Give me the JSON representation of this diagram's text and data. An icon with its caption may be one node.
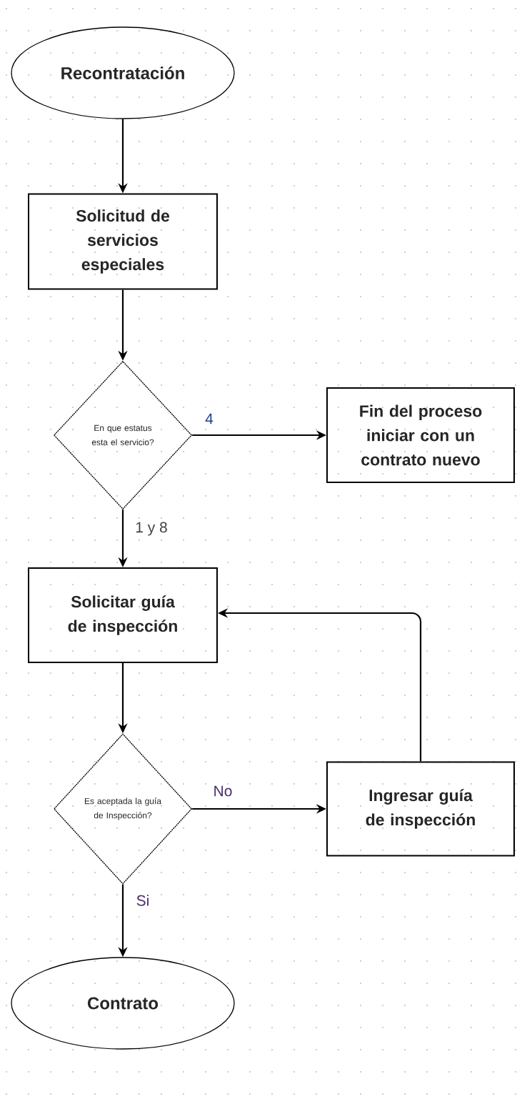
{
  "diagram": {
    "nodes": [
      {
        "text": [
          "Recontratación"
        ]
      },
      {
        "text": [
          "Solicitud de servicios especiales"
        ]
      },
      {
        "text": [
          "En que estatus esta el servicio?"
        ]
      },
      {
        "text": [
          "Fin del proceso iniciar con un contrato nuevo"
        ]
      },
      {
        "text": [
          "Solicitar guía de inspección"
        ]
      },
      {
        "text": [
          "Es aceptada la guía de Inspección?"
        ]
      },
      {
        "text": [
          "Ingresar guía de inspección"
        ]
      },
      {
        "text": [
          "Contrato"
        ]
      }
    ],
    "edges": [
      {
        "from": 0,
        "to": 1,
        "arrow": "to"
      },
      {
        "from": 1,
        "to": 2,
        "arrow": "to"
      },
      {
        "from": 2,
        "to": 3,
        "arrow": "to",
        "label": "4"
      },
      {
        "from": 2,
        "to": 4,
        "arrow": "to",
        "label": "1 y 8"
      },
      {
        "from": 4,
        "to": 5,
        "arrow": "to"
      },
      {
        "from": 5,
        "to": 6,
        "arrow": "to",
        "label": "No"
      },
      {
        "from": 6,
        "to": 4,
        "arrow": "to"
      },
      {
        "from": 5,
        "to": 7,
        "arrow": "to",
        "label": "Si"
      }
    ]
  }
}
